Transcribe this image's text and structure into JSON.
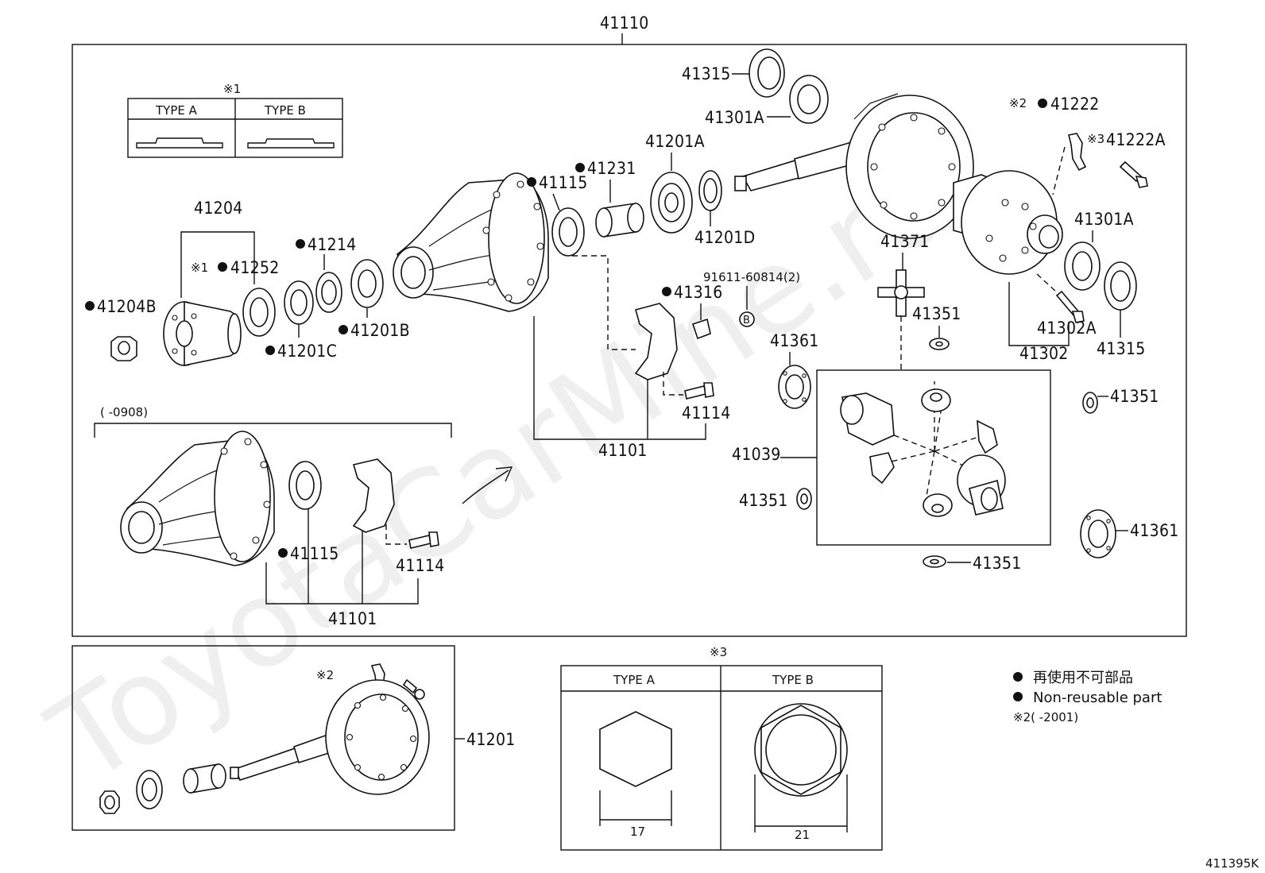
{
  "assembly": {
    "number": "41110"
  },
  "type_note_1": {
    "mark": "※1",
    "type_a": "TYPE A",
    "type_b": "TYPE B"
  },
  "type_note_3": {
    "mark": "※3",
    "type_a": "TYPE A",
    "type_b": "TYPE B",
    "dim_a": "17",
    "dim_b": "21"
  },
  "labels": {
    "p41315_top": "41315",
    "p41301A_top": "41301A",
    "p41222": "41222",
    "p41222_mark": "※2",
    "p41222A": "41222A",
    "p41222A_mark": "※3",
    "p41201A": "41201A",
    "p41231": "41231",
    "p41115": "41115",
    "p41201D": "41201D",
    "p41204": "41204",
    "p41214": "41214",
    "p41252": "41252",
    "p41252_mark": "※1",
    "p41204B": "41204B",
    "p41201C": "41201C",
    "p41201B": "41201B",
    "p91611": "91611-60814(2)",
    "p_b_marker": "B",
    "p41316": "41316",
    "p41371": "41371",
    "p41301A_right": "41301A",
    "p41351_a": "41351",
    "p41302A": "41302A",
    "p41361_a": "41361",
    "p41315_right": "41315",
    "p41302": "41302",
    "p41114": "41114",
    "p41101": "41101",
    "p41351_b": "41351",
    "p41039": "41039",
    "p41351_c": "41351",
    "p41361_b": "41361",
    "p41351_d": "41351",
    "inset_range": "(      -0908)",
    "p41115_inset": "41115",
    "p41114_inset": "41114",
    "p41101_inset": "41101",
    "p41201": "41201",
    "lower_mark2": "※2"
  },
  "legend": {
    "jp": "再使用不可部品",
    "en": "Non-reusable part",
    "note2": "※2(      -2001)"
  },
  "watermark": "ToyotaCarMine.ru",
  "diagram_code": "411395K"
}
